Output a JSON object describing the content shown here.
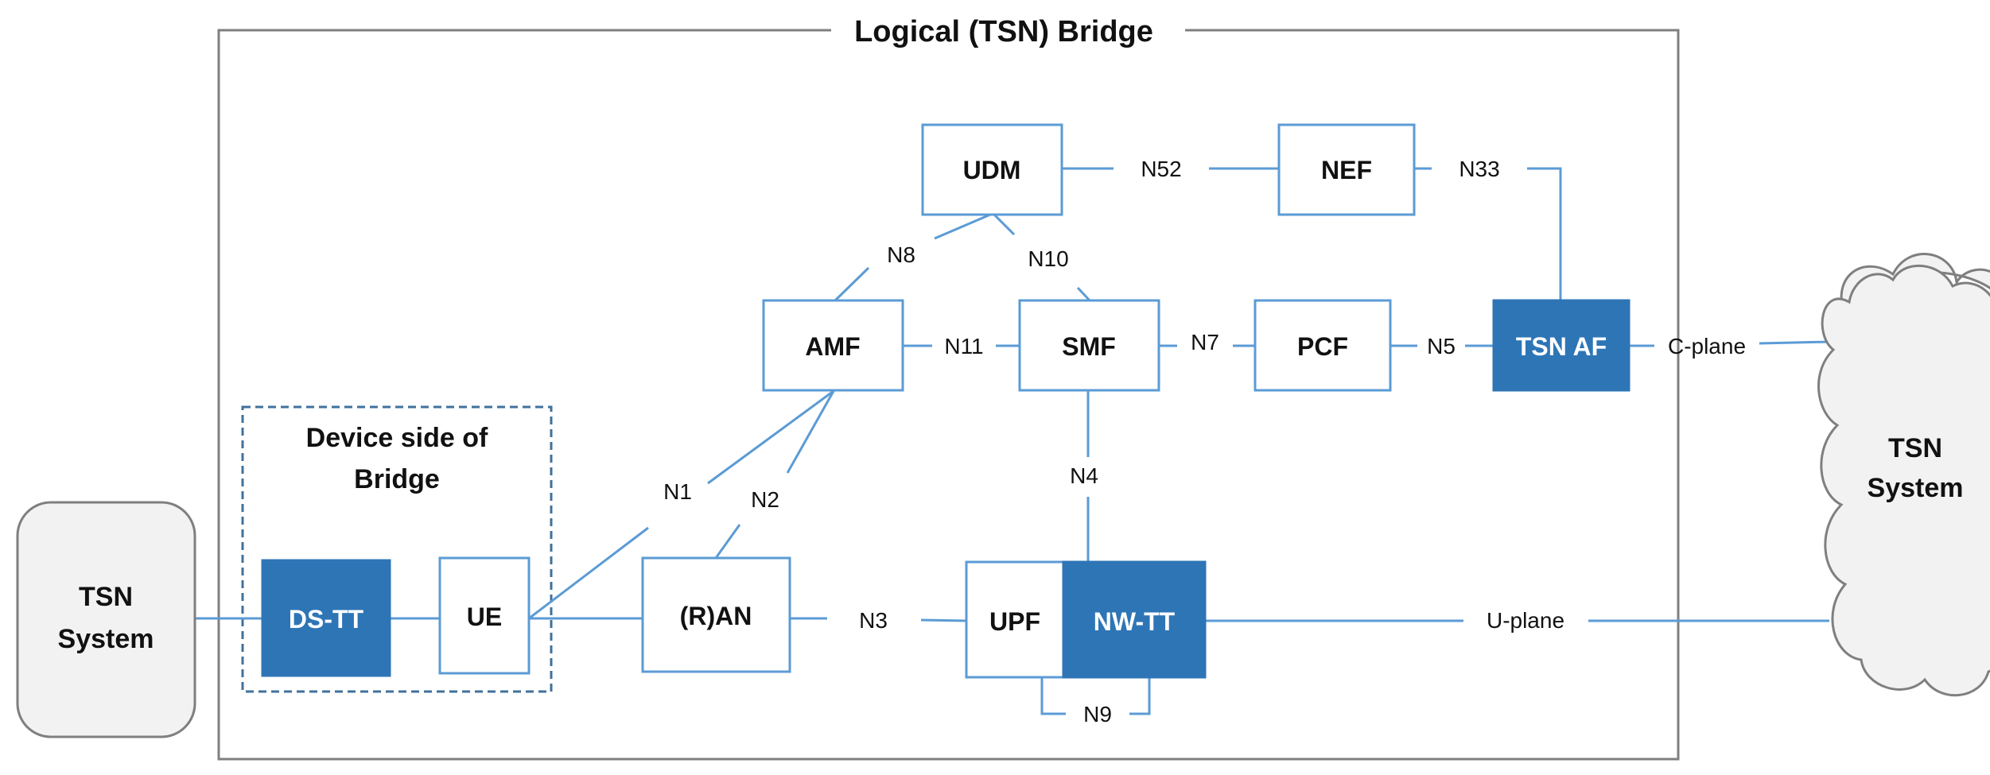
{
  "diagram": {
    "title": "Logical (TSN) Bridge",
    "device_side": {
      "line1": "Device side of",
      "line2": "Bridge"
    },
    "nodes": {
      "udm": "UDM",
      "nef": "NEF",
      "amf": "AMF",
      "smf": "SMF",
      "pcf": "PCF",
      "tsn_af": "TSN AF",
      "ran": "(R)AN",
      "upf": "UPF",
      "nw_tt": "NW-TT",
      "ue": "UE",
      "ds_tt": "DS-TT"
    },
    "tsn_system_left": {
      "line1": "TSN",
      "line2": "System"
    },
    "tsn_system_right": {
      "line1": "TSN",
      "line2": "System"
    },
    "interfaces": {
      "n1": "N1",
      "n2": "N2",
      "n3": "N3",
      "n4": "N4",
      "n5": "N5",
      "n7": "N7",
      "n8": "N8",
      "n9": "N9",
      "n10": "N10",
      "n11": "N11",
      "n33": "N33",
      "n52": "N52",
      "c_plane": "C-plane",
      "u_plane": "U-plane"
    },
    "colors": {
      "link": "#5b9bd5",
      "filled_node": "#2e75b6",
      "frame": "#7f7f7f",
      "system_fill": "#f2f2f2"
    }
  }
}
